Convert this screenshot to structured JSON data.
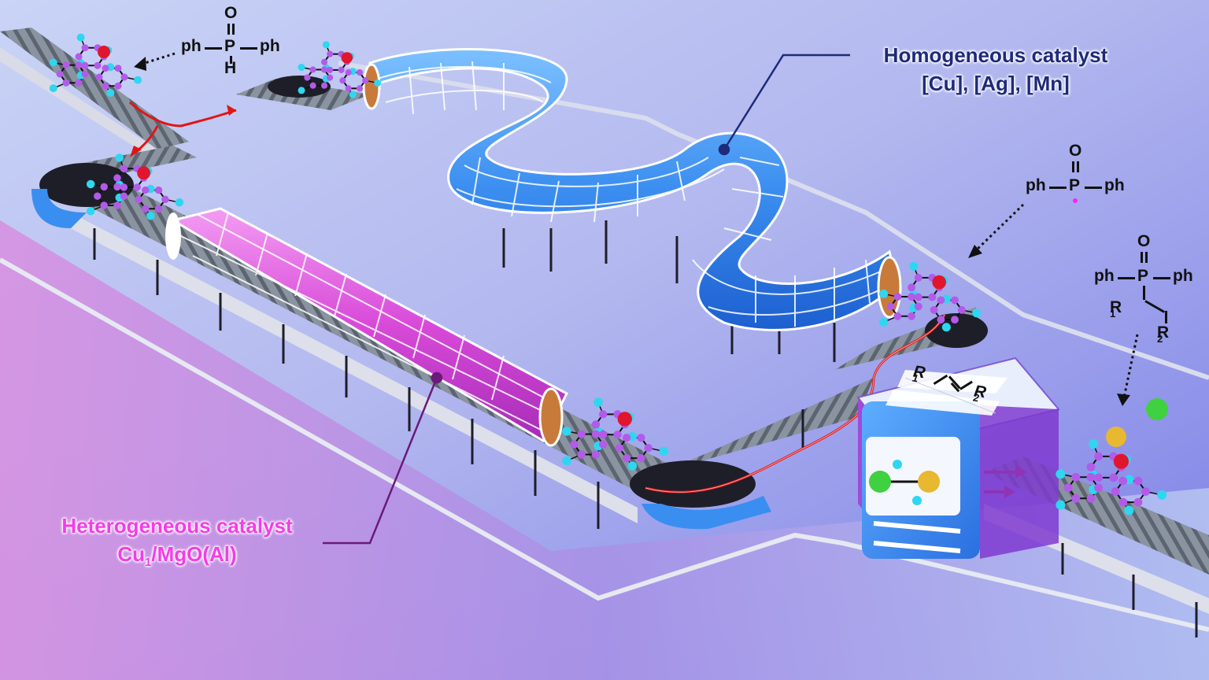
{
  "labels": {
    "homogeneous": {
      "line1": "Homogeneous catalyst",
      "line2": "[Cu], [Ag], [Mn]"
    },
    "heterogeneous": {
      "line1": "Heterogeneous catalyst",
      "line2_main": "Cu",
      "line2_sub": "1",
      "line2_rest": "/MgO(Al)"
    }
  },
  "formulas": {
    "reactant": {
      "left": "ph",
      "center": "P",
      "right": "ph",
      "top": "O",
      "bottom": "H"
    },
    "radical": {
      "left": "ph",
      "center": "P",
      "right": "ph",
      "top": "O"
    },
    "product": {
      "left": "ph",
      "center": "P",
      "right": "ph",
      "top": "O",
      "r1": "R",
      "r1_sub": "1",
      "r2": "R",
      "r2_sub": "2"
    },
    "alkene": {
      "r1": "R",
      "r1_sub": "1",
      "r2": "R",
      "r2_sub": "2"
    }
  },
  "colors": {
    "homogeneous_text": "#1f2a7a",
    "heterogeneous_text": "#f43ce8",
    "blue_tube": "#3b8ef0",
    "magenta_tube": "#d84ad8",
    "arrow": "#e21515",
    "atom_carbon": "#b25be8",
    "atom_hydrogen": "#2fd6f0",
    "atom_oxygen": "#e0162e",
    "atom_green": "#3fd13f",
    "atom_gold": "#e8b830"
  }
}
